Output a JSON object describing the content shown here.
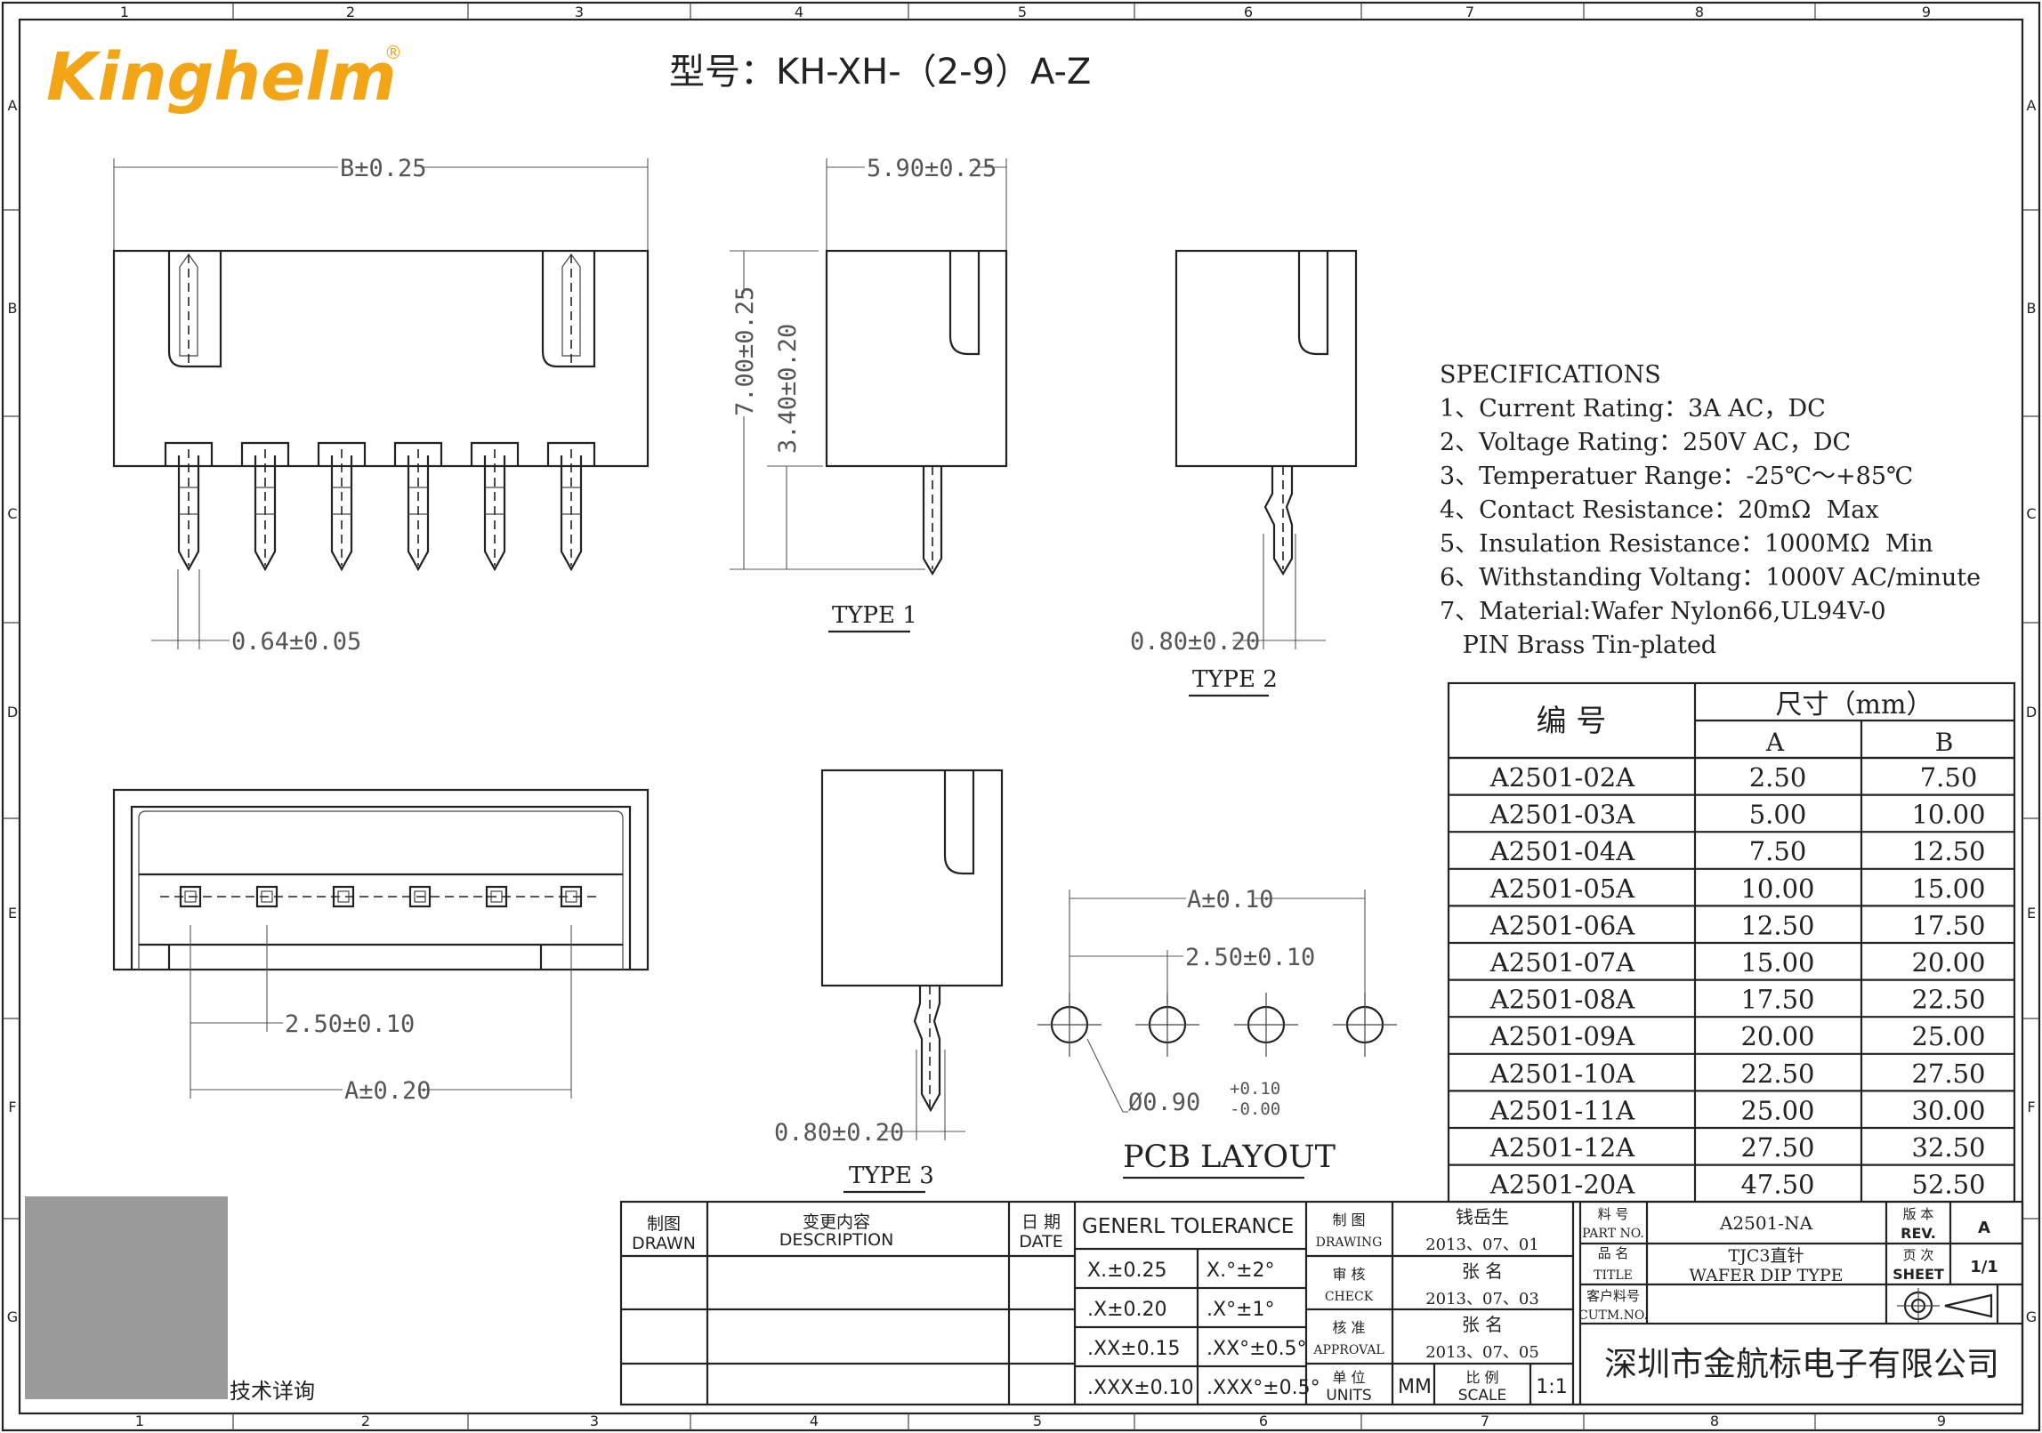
{
  "logo": {
    "text": "Kinghelm",
    "reg": "®"
  },
  "model": {
    "label": "型号：KH-XH-（2-9）A-Z"
  },
  "frame": {
    "col_markers": [
      "1",
      "2",
      "3",
      "4",
      "5",
      "6",
      "7",
      "8",
      "9"
    ],
    "row_markers": [
      "A",
      "B",
      "C",
      "D",
      "E",
      "F",
      "G"
    ]
  },
  "front_view": {
    "width_dim": "B±0.25",
    "pin_dim": "0.64±0.05"
  },
  "type1": {
    "width_dim": "5.90±0.25",
    "height_dim": "7.00±0.25",
    "sub_height_dim": "3.40±0.20",
    "label": "TYPE 1"
  },
  "type2": {
    "pin_dim": "0.80±0.20",
    "label": "TYPE 2"
  },
  "type3": {
    "pin_dim": "0.80±0.20",
    "label": "TYPE 3"
  },
  "bottom_view": {
    "pitch_dim": "2.50±0.10",
    "span_dim": "A±0.20"
  },
  "pcb_layout": {
    "title": "PCB LAYOUT",
    "span_dim": "A±0.10",
    "pitch_dim": "2.50±0.10",
    "hole_dim": "Ø0.90",
    "hole_tol_plus": "+0.10",
    "hole_tol_minus": "-0.00"
  },
  "specifications": {
    "title": "SPECIFICATIONS",
    "items": [
      "1、Current Rating：3A AC，DC",
      "2、Voltage Rating：250V AC，DC",
      "3、Temperatuer Range：-25℃～+85℃",
      "4、Contact Resistance：20mΩ  Max",
      "5、Insulation Resistance：1000MΩ  Min",
      "6、Withstanding Voltang：1000V AC/minute",
      "7、Material:Wafer Nylon66,UL94V-0",
      "   PIN Brass Tin-plated"
    ]
  },
  "size_table": {
    "col_part": "编    号",
    "col_size": "尺寸（mm）",
    "col_a": "A",
    "col_b": "B",
    "rows": [
      [
        "A2501-02A",
        "2.50",
        "7.50"
      ],
      [
        "A2501-03A",
        "5.00",
        "10.00"
      ],
      [
        "A2501-04A",
        "7.50",
        "12.50"
      ],
      [
        "A2501-05A",
        "10.00",
        "15.00"
      ],
      [
        "A2501-06A",
        "12.50",
        "17.50"
      ],
      [
        "A2501-07A",
        "15.00",
        "20.00"
      ],
      [
        "A2501-08A",
        "17.50",
        "22.50"
      ],
      [
        "A2501-09A",
        "20.00",
        "25.00"
      ],
      [
        "A2501-10A",
        "22.50",
        "27.50"
      ],
      [
        "A2501-11A",
        "25.00",
        "30.00"
      ],
      [
        "A2501-12A",
        "27.50",
        "32.50"
      ],
      [
        "A2501-20A",
        "47.50",
        "52.50"
      ]
    ]
  },
  "title_block": {
    "drawn_cn": "制图",
    "drawn_en": "DRAWN",
    "desc_cn": "变更内容",
    "desc_en": "DESCRIPTION",
    "date_cn": "日 期",
    "date_en": "DATE",
    "tolerance_title": "GENERL  TOLERANCE",
    "tolerances": [
      [
        "X.±0.25",
        "X.°±2°"
      ],
      [
        ".X±0.20",
        ".X°±1°"
      ],
      [
        ".XX±0.15",
        ".XX°±0.5°"
      ],
      [
        ".XXX±0.10",
        ".XXX°±0.5°"
      ]
    ],
    "drawing_cn": "制  图",
    "drawing_en": "DRAWING",
    "drawing_name": "钱岳生",
    "drawing_date": "2013、07、01",
    "check_cn": "审  核",
    "check_en": "CHECK",
    "check_name": "张  名",
    "check_date": "2013、07、03",
    "approval_cn": "核  准",
    "approval_en": "APPROVAL",
    "approval_name": "张  名",
    "approval_date": "2013、07、05",
    "units_cn": "单  位",
    "units_en": "UNITS",
    "units_val": "MM",
    "scale_cn": "比  例",
    "scale_en": "SCALE",
    "scale_val": "1:1",
    "partno_cn": "料  号",
    "partno_en": "PART NO.",
    "partno_val": "A2501-NA",
    "title_cn": "品  名",
    "title_en": "TITLE",
    "title_val_cn": "TJC3直针",
    "title_val_en": "WAFER DIP TYPE",
    "cust_cn": "客户料号",
    "cust_en": "CUTM.NO.",
    "rev_cn": "版  本",
    "rev_en": "REV.",
    "rev_val": "A",
    "sheet_cn": "页  次",
    "sheet_en": "SHEET",
    "sheet_val": "1/1",
    "company": "深圳市金航标电子有限公司"
  },
  "qr_caption": "技术详询",
  "colors": {
    "logo": "#f2a516",
    "ink": "#222222",
    "dim": "#555555"
  }
}
